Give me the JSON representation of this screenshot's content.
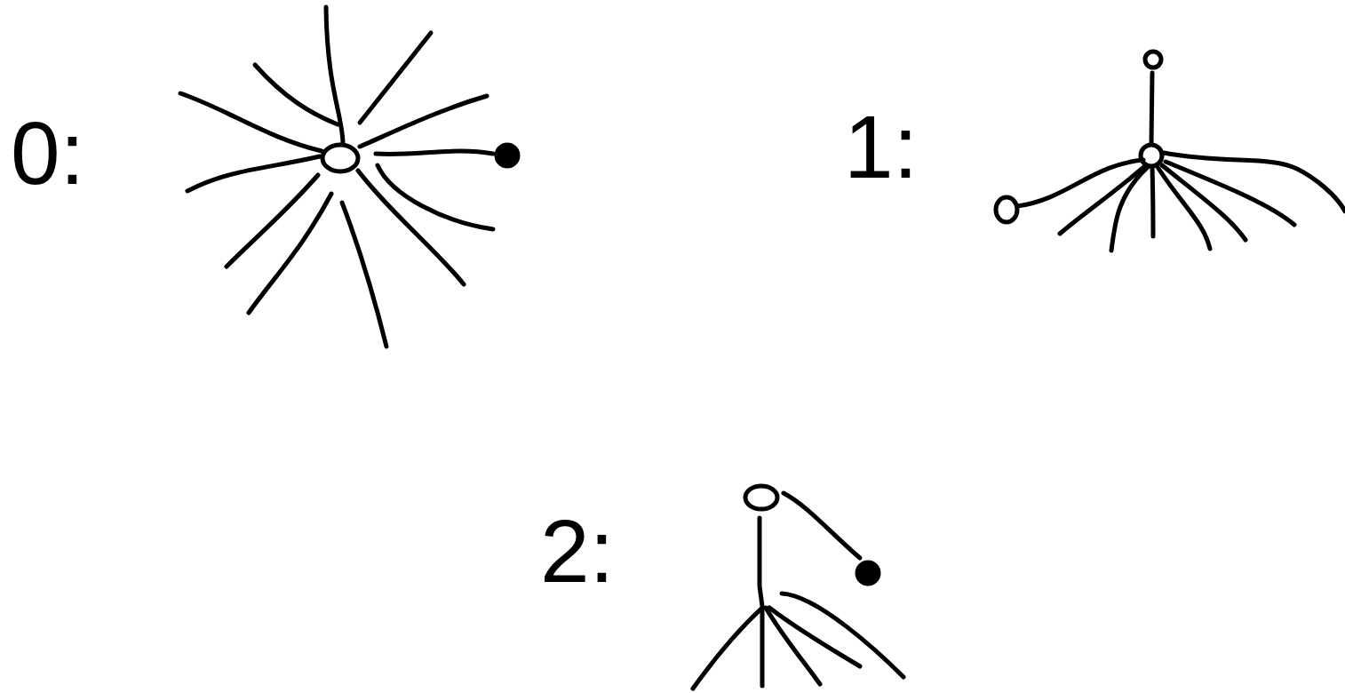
{
  "diagram": {
    "labels": [
      "0:",
      "1:",
      "2:"
    ]
  }
}
